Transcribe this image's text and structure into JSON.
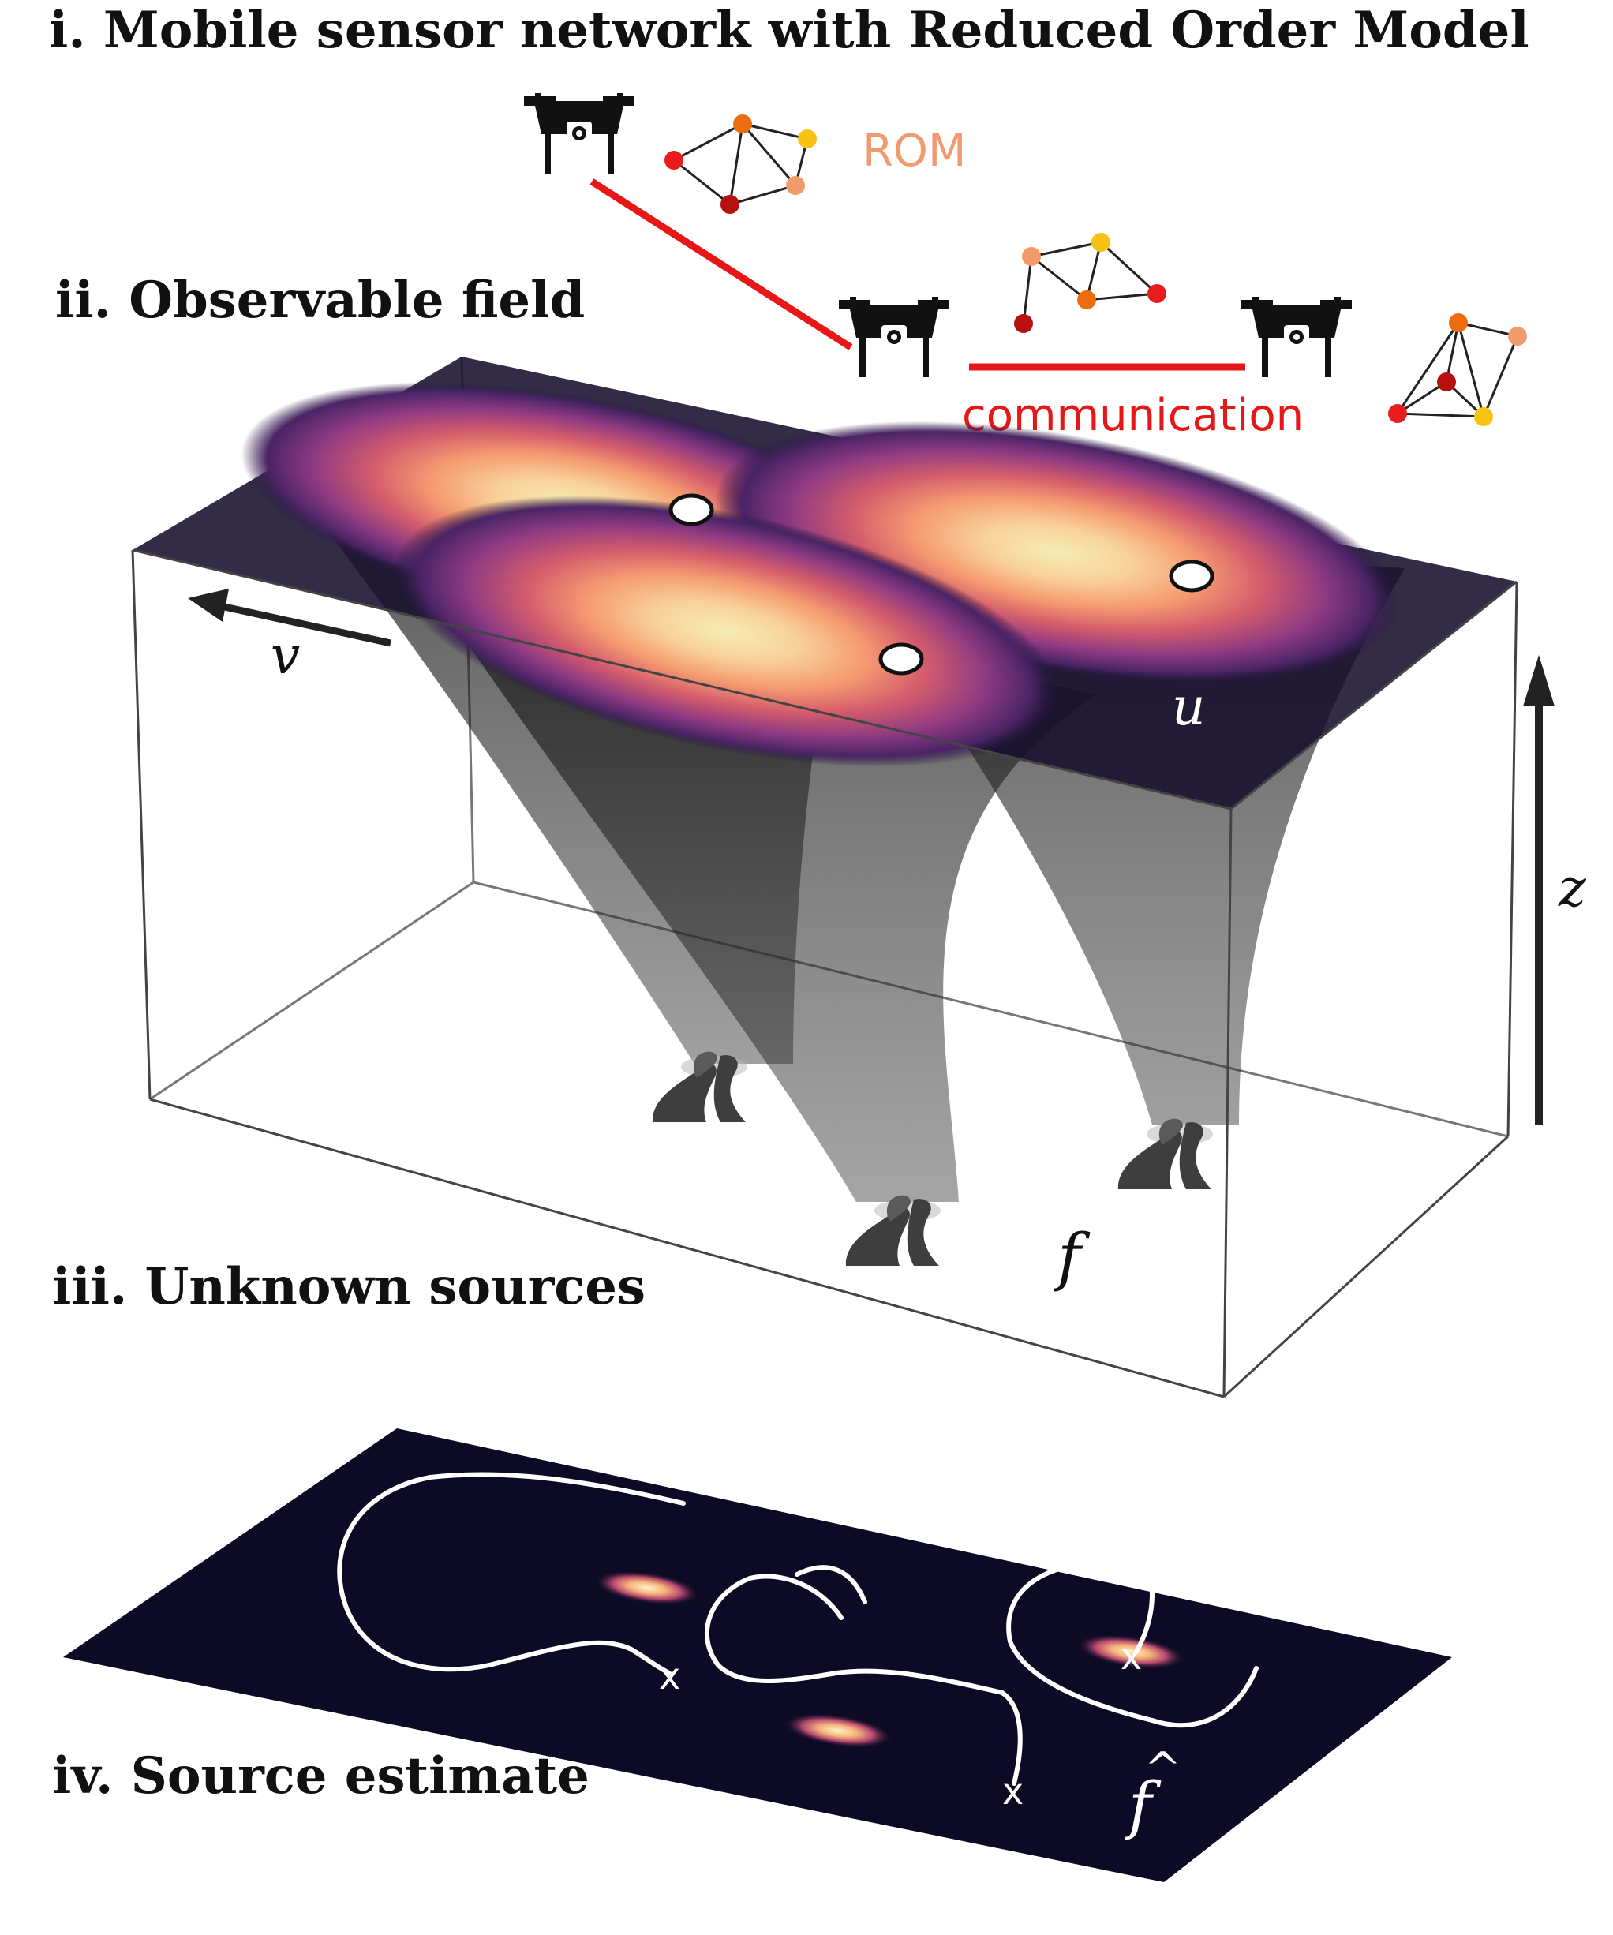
{
  "titles": {
    "mobile_network": "i. Mobile sensor network with Reduced Order Model",
    "observable_field": "ii. Observable field",
    "unknown_sources": "iii. Unknown sources",
    "source_estimate": "iv. Source estimate"
  },
  "labels": {
    "rom": "ROM",
    "communication": "communication",
    "v": "v",
    "u": "u",
    "z": "z",
    "f": "f",
    "f_hat_base": "f",
    "f_hat_accent": "^",
    "x_mark": "x"
  },
  "colors": {
    "background": "#ffffff",
    "field_dark": "#170f2c",
    "estimate_plane": "#0c0a24",
    "communication": "#e81717",
    "rom": "#f19a70",
    "text": "#111111"
  },
  "icons": {
    "drone": "drone-icon",
    "graph": "rom-graph-icon",
    "source": "source-blob-icon"
  }
}
